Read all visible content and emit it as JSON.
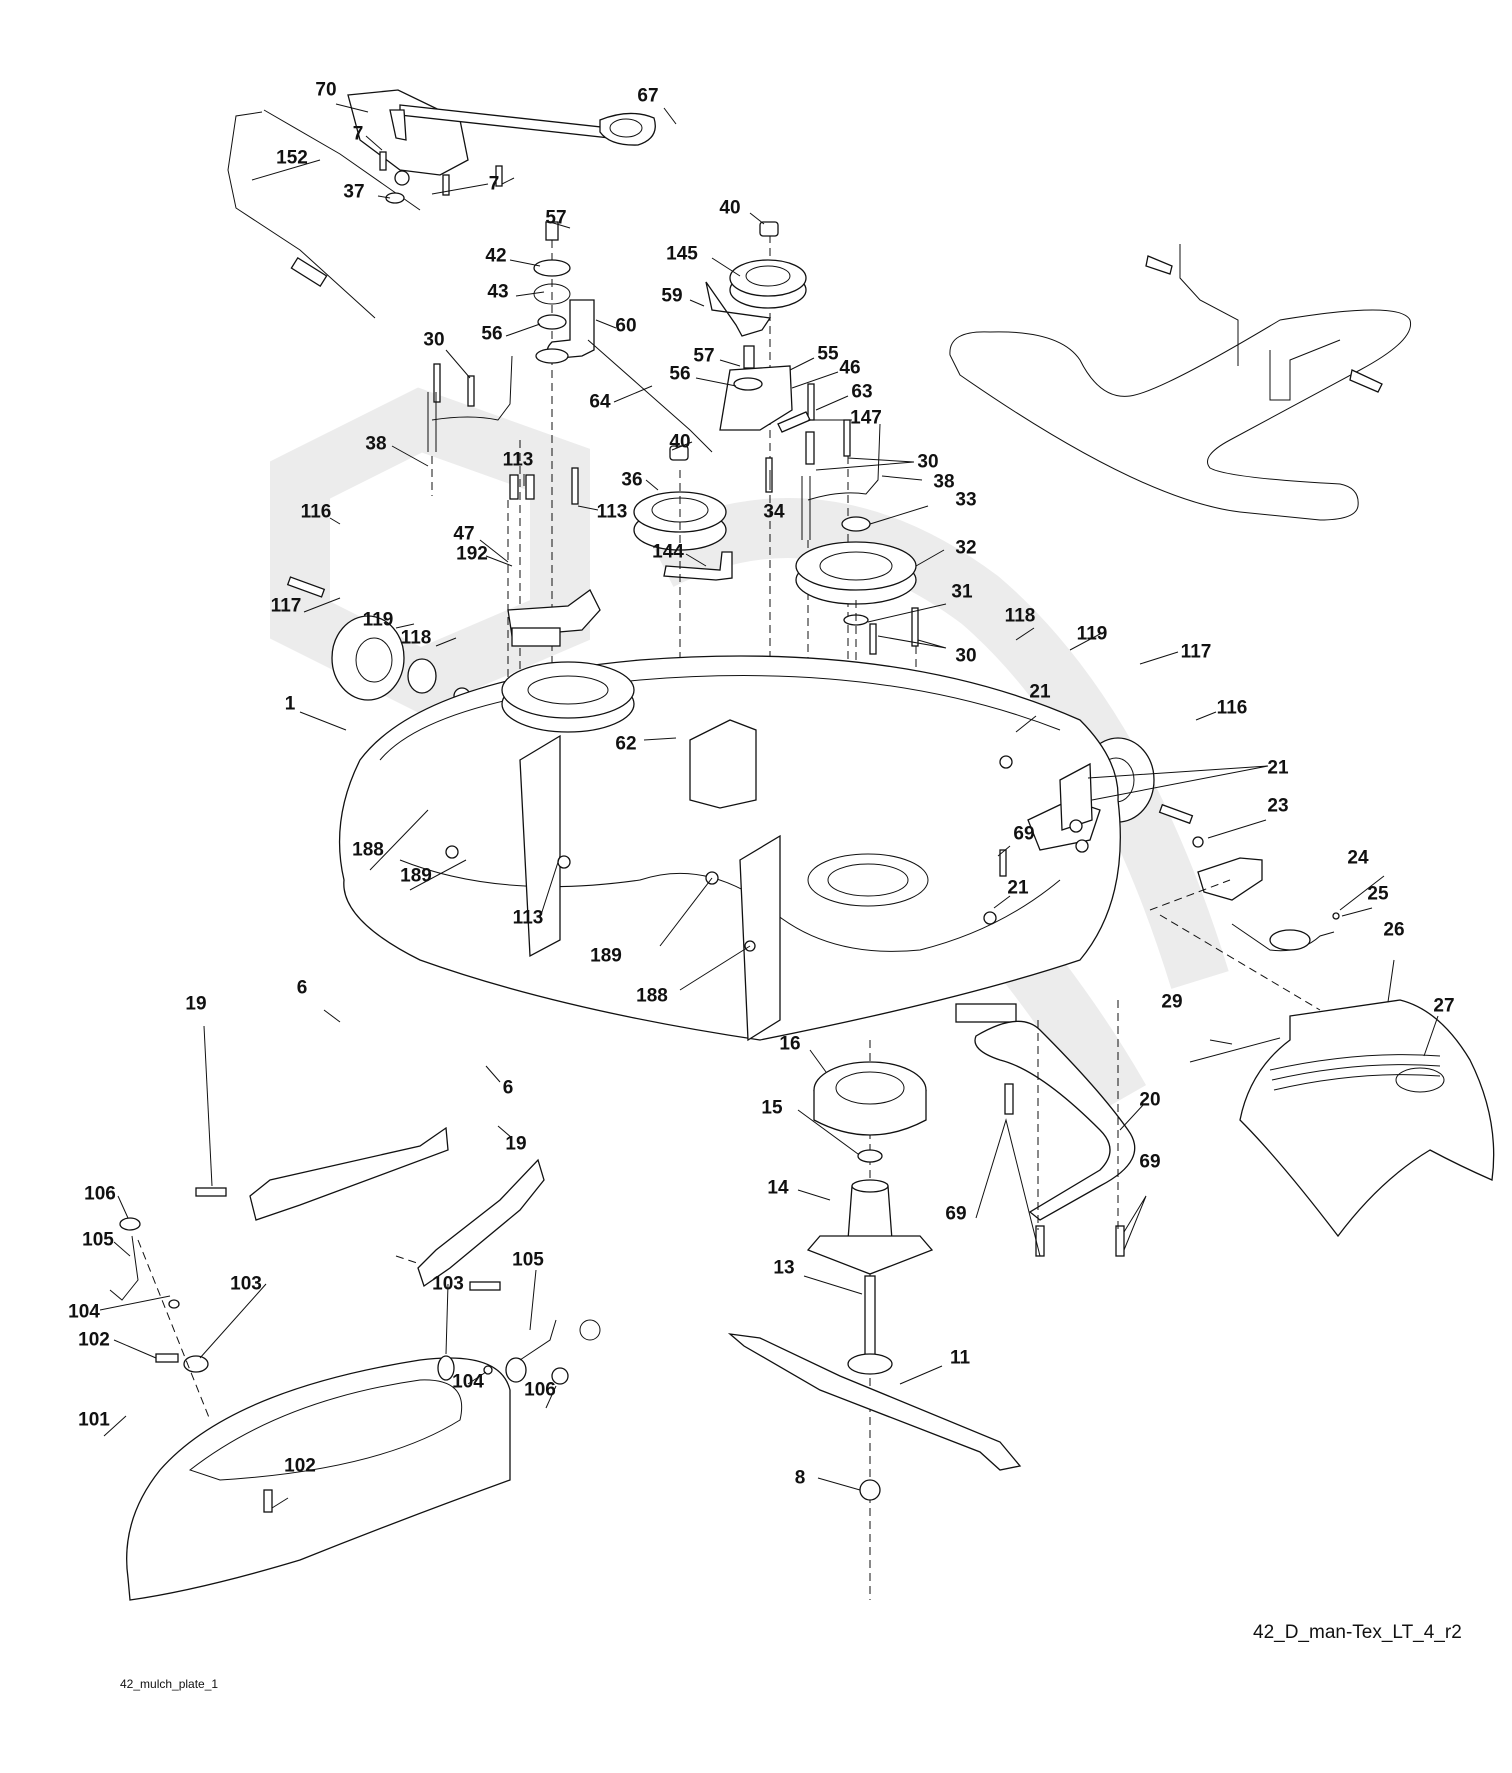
{
  "diagram": {
    "type": "exploded parts diagram",
    "subject": "42 inch mower deck assembly",
    "drawing_id": "42_D_man-Tex_LT_4_r2",
    "sub_assembly_id": "42_mulch_plate_1",
    "deck_logo_text": "42",
    "callouts": [
      {
        "id": "c70",
        "label": "70"
      },
      {
        "id": "c67",
        "label": "67"
      },
      {
        "id": "c7a",
        "label": "7"
      },
      {
        "id": "c152",
        "label": "152"
      },
      {
        "id": "c7b",
        "label": "7"
      },
      {
        "id": "c37",
        "label": "37"
      },
      {
        "id": "c40a",
        "label": "40"
      },
      {
        "id": "c57a",
        "label": "57"
      },
      {
        "id": "c145",
        "label": "145"
      },
      {
        "id": "c42",
        "label": "42"
      },
      {
        "id": "c59",
        "label": "59"
      },
      {
        "id": "c43",
        "label": "43"
      },
      {
        "id": "c60",
        "label": "60"
      },
      {
        "id": "c56a",
        "label": "56"
      },
      {
        "id": "c57b",
        "label": "57"
      },
      {
        "id": "c55",
        "label": "55"
      },
      {
        "id": "c46",
        "label": "46"
      },
      {
        "id": "c56b",
        "label": "56"
      },
      {
        "id": "c64",
        "label": "64"
      },
      {
        "id": "c63",
        "label": "63"
      },
      {
        "id": "c147",
        "label": "147"
      },
      {
        "id": "c30a",
        "label": "30"
      },
      {
        "id": "c38a",
        "label": "38"
      },
      {
        "id": "c40b",
        "label": "40"
      },
      {
        "id": "c30b",
        "label": "30"
      },
      {
        "id": "c38b",
        "label": "38"
      },
      {
        "id": "c113a",
        "label": "113"
      },
      {
        "id": "c36",
        "label": "36"
      },
      {
        "id": "c113b",
        "label": "113"
      },
      {
        "id": "c34",
        "label": "34"
      },
      {
        "id": "c33",
        "label": "33"
      },
      {
        "id": "c116a",
        "label": "116"
      },
      {
        "id": "c47",
        "label": "47"
      },
      {
        "id": "c192",
        "label": "192"
      },
      {
        "id": "c144",
        "label": "144"
      },
      {
        "id": "c32",
        "label": "32"
      },
      {
        "id": "c117a",
        "label": "117"
      },
      {
        "id": "c119a",
        "label": "119"
      },
      {
        "id": "c118a",
        "label": "118"
      },
      {
        "id": "c31",
        "label": "31"
      },
      {
        "id": "c30c",
        "label": "30"
      },
      {
        "id": "c118b",
        "label": "118"
      },
      {
        "id": "c119b",
        "label": "119"
      },
      {
        "id": "c117b",
        "label": "117"
      },
      {
        "id": "c116b",
        "label": "116"
      },
      {
        "id": "c1",
        "label": "1"
      },
      {
        "id": "c21a",
        "label": "21"
      },
      {
        "id": "c62",
        "label": "62"
      },
      {
        "id": "c21b",
        "label": "21"
      },
      {
        "id": "c23",
        "label": "23"
      },
      {
        "id": "c188a",
        "label": "188"
      },
      {
        "id": "c189a",
        "label": "189"
      },
      {
        "id": "c69a",
        "label": "69"
      },
      {
        "id": "c113c",
        "label": "113"
      },
      {
        "id": "c24",
        "label": "24"
      },
      {
        "id": "c21c",
        "label": "21"
      },
      {
        "id": "c25",
        "label": "25"
      },
      {
        "id": "c189b",
        "label": "189"
      },
      {
        "id": "c26",
        "label": "26"
      },
      {
        "id": "c188b",
        "label": "188"
      },
      {
        "id": "c19a",
        "label": "19"
      },
      {
        "id": "c6a",
        "label": "6"
      },
      {
        "id": "c29",
        "label": "29"
      },
      {
        "id": "c27",
        "label": "27"
      },
      {
        "id": "c16",
        "label": "16"
      },
      {
        "id": "c6b",
        "label": "6"
      },
      {
        "id": "c15",
        "label": "15"
      },
      {
        "id": "c19b",
        "label": "19"
      },
      {
        "id": "c20",
        "label": "20"
      },
      {
        "id": "c106a",
        "label": "106"
      },
      {
        "id": "c14",
        "label": "14"
      },
      {
        "id": "c69b",
        "label": "69"
      },
      {
        "id": "c69c",
        "label": "69"
      },
      {
        "id": "c105a",
        "label": "105"
      },
      {
        "id": "c13",
        "label": "13"
      },
      {
        "id": "c105b",
        "label": "105"
      },
      {
        "id": "c104a",
        "label": "104"
      },
      {
        "id": "c103a",
        "label": "103"
      },
      {
        "id": "c103b",
        "label": "103"
      },
      {
        "id": "c102a",
        "label": "102"
      },
      {
        "id": "c11",
        "label": "11"
      },
      {
        "id": "c104b",
        "label": "104"
      },
      {
        "id": "c106b",
        "label": "106"
      },
      {
        "id": "c101",
        "label": "101"
      },
      {
        "id": "c8",
        "label": "8"
      },
      {
        "id": "c102b",
        "label": "102"
      }
    ]
  }
}
